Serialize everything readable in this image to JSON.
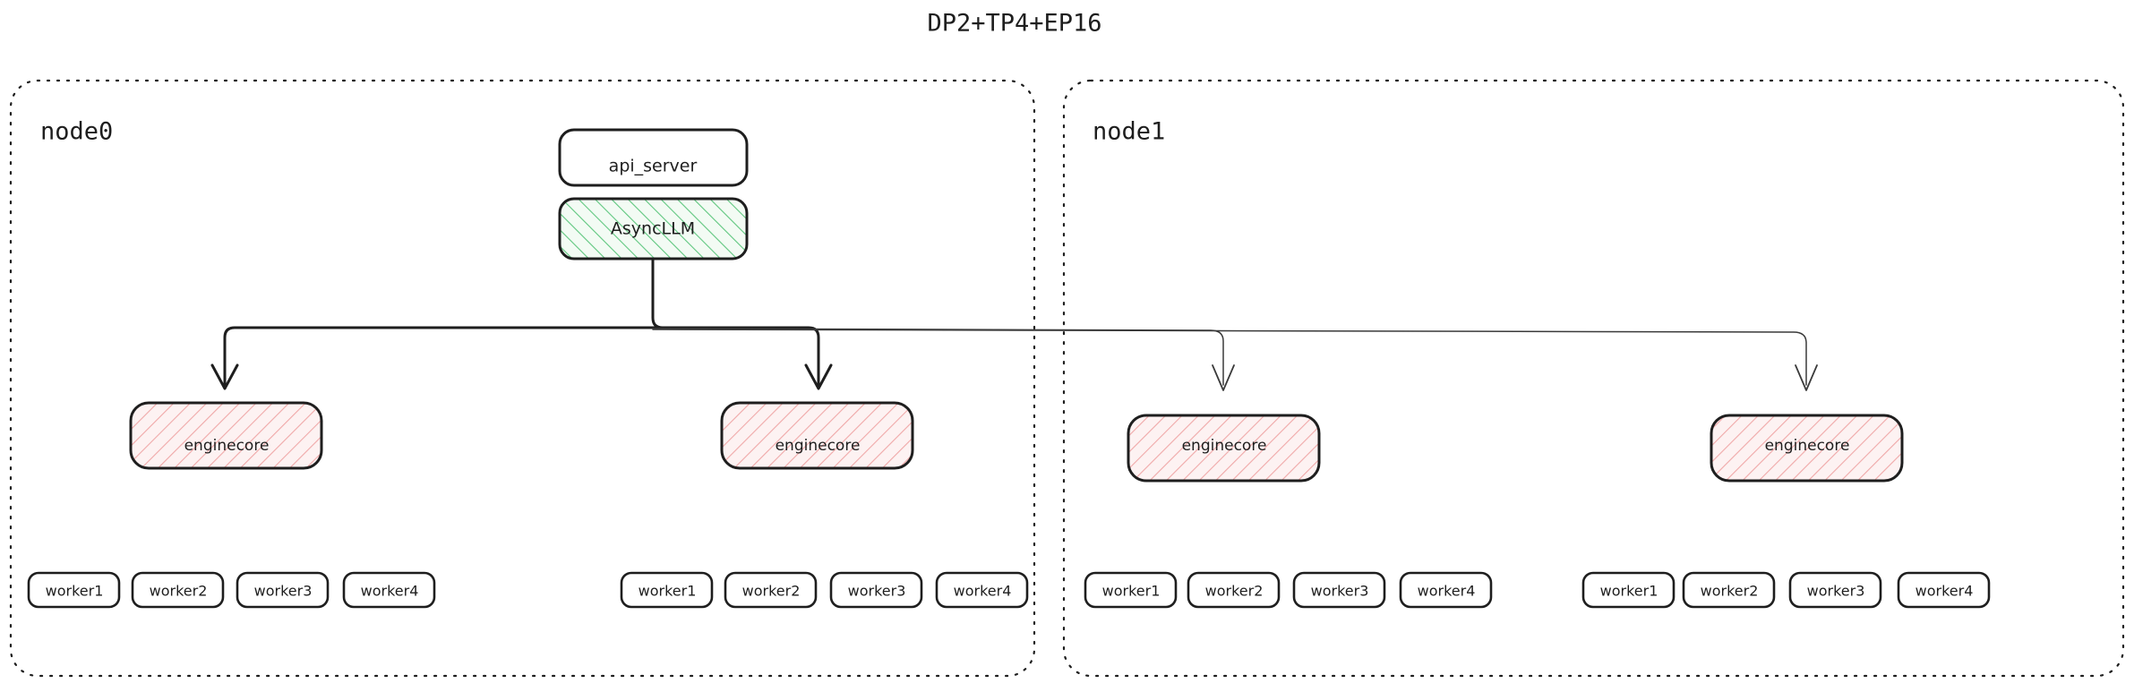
{
  "title": "DP2+TP4+EP16",
  "colors": {
    "stroke": "#1e1e1e",
    "background": "#ffffff",
    "green_hatch": "#5fc77f",
    "green_fill": "#f3fbf4",
    "pink_hatch": "#f0a8a8",
    "pink_fill": "#fdf2f2"
  },
  "nodes": [
    {
      "id": "node0",
      "label": "node0",
      "enginecores": [
        {
          "label": "enginecore",
          "workers": [
            {
              "label": "worker1"
            },
            {
              "label": "worker2"
            },
            {
              "label": "worker3"
            },
            {
              "label": "worker4"
            }
          ]
        },
        {
          "label": "enginecore",
          "workers": [
            {
              "label": "worker1"
            },
            {
              "label": "worker2"
            },
            {
              "label": "worker3"
            },
            {
              "label": "worker4"
            }
          ]
        }
      ]
    },
    {
      "id": "node1",
      "label": "node1",
      "enginecores": [
        {
          "label": "enginecore",
          "workers": [
            {
              "label": "worker1"
            },
            {
              "label": "worker2"
            },
            {
              "label": "worker3"
            },
            {
              "label": "worker4"
            }
          ]
        },
        {
          "label": "enginecore",
          "workers": [
            {
              "label": "worker1"
            },
            {
              "label": "worker2"
            },
            {
              "label": "worker3"
            },
            {
              "label": "worker4"
            }
          ]
        }
      ]
    }
  ],
  "top_stack": {
    "api_server": {
      "label": "api_server"
    },
    "async_llm": {
      "label": "AsyncLLM"
    }
  }
}
